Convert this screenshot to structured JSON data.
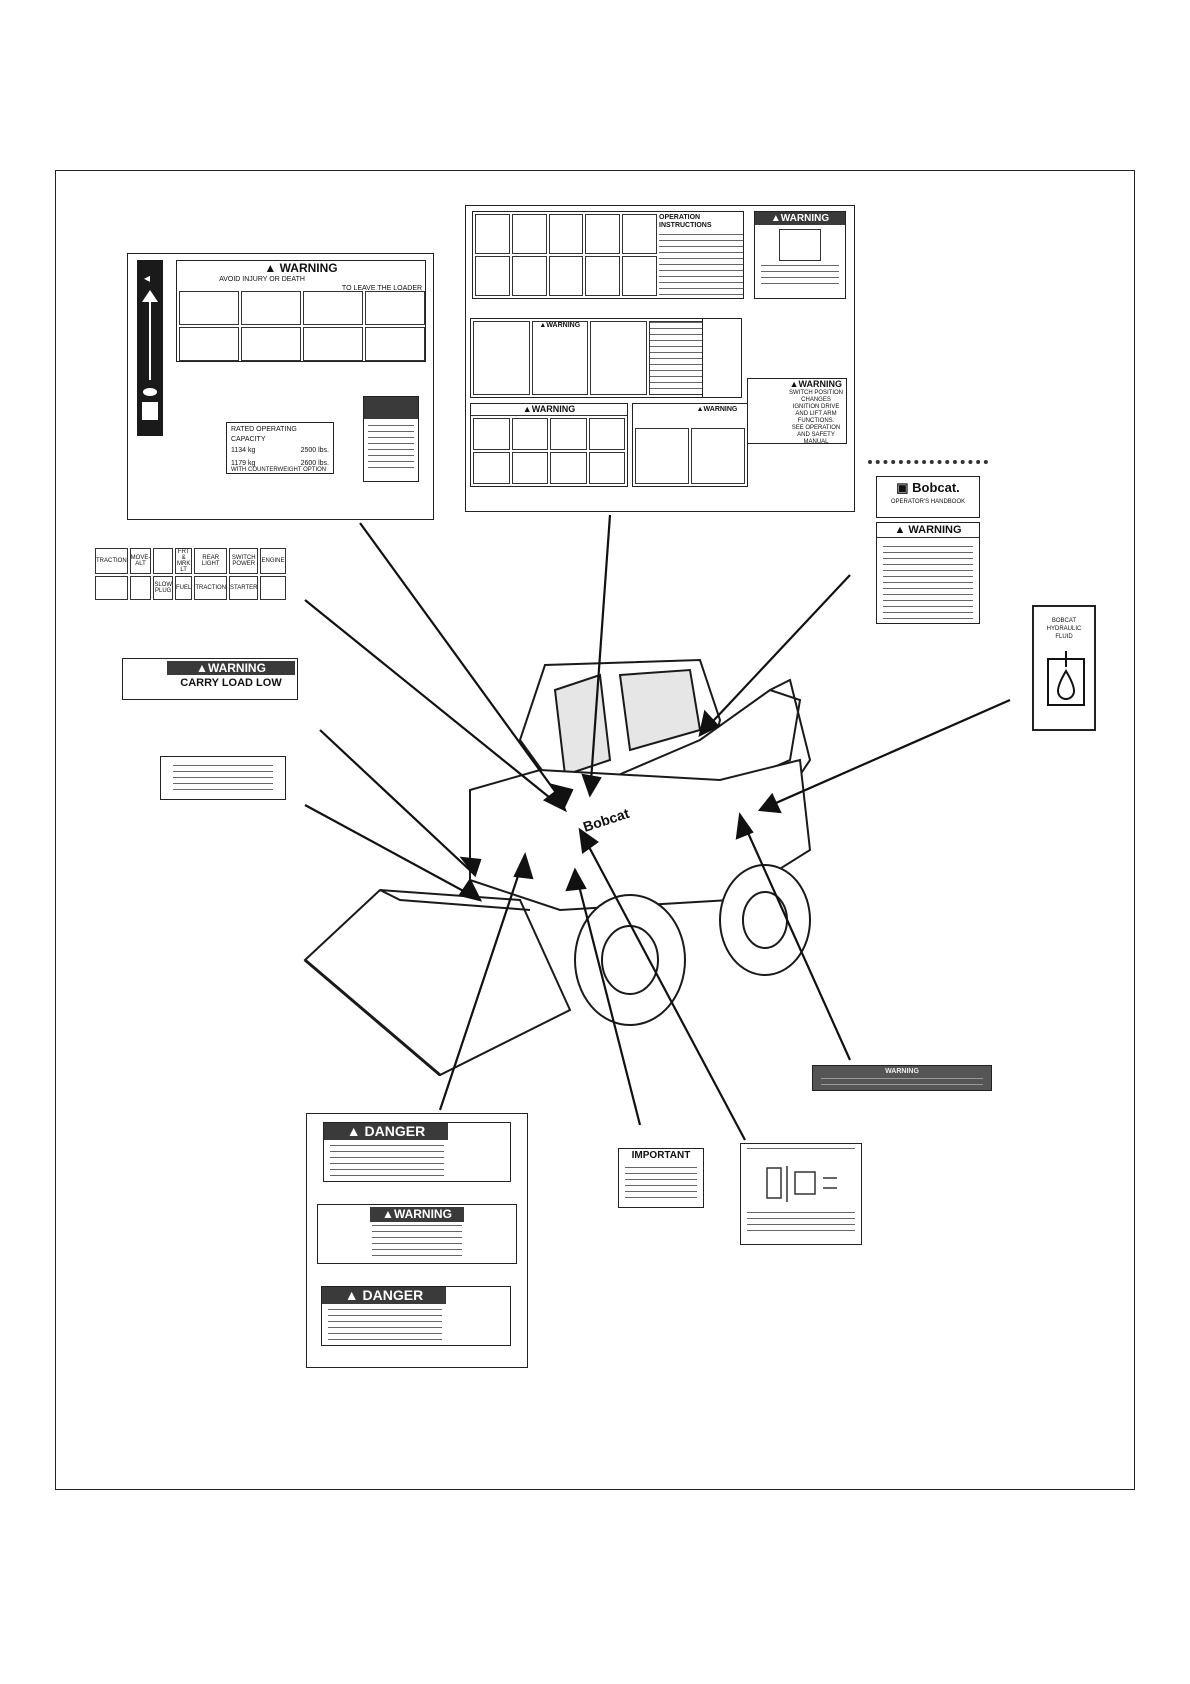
{
  "rops_decal": {
    "warning": "WARNING",
    "subheading": "AVOID INJURY OR DEATH",
    "subheading_right": "TO LEAVE THE LOADER",
    "capacity_title": "RATED OPERATING CAPACITY",
    "capacity_std_kg": "1134 kg",
    "capacity_std_lb": "2500 lbs.",
    "capacity_cw_kg": "1179 kg",
    "capacity_cw_lb": "2600 lbs.",
    "capacity_cw_label": "WITH COUNTERWEIGHT OPTION"
  },
  "ops_decal": {
    "operation_title": "OPERATION INSTRUCTIONS",
    "warning_top": "WARNING",
    "warning_mid": "WARNING",
    "warning_lower": "WARNING",
    "warning_lower_right": "WARNING",
    "switch_warning": "WARNING",
    "switch_lines": [
      "SWITCH POSITION",
      "CHANGES",
      "IGNITION DRIVE",
      "AND LIFT ARM",
      "FUNCTIONS.",
      "SEE OPERATION",
      "AND SAFETY MANUAL"
    ]
  },
  "handbook_decal": {
    "brand": "Bobcat.",
    "handbook": "OPERATOR'S HANDBOOK",
    "warning": "WARNING"
  },
  "fuse_panel": {
    "row1": [
      "TRACTION",
      "MOVE-ALT",
      "",
      "FRT & MRK LT",
      "REAR LIGHT",
      "SWITCH POWER",
      "ENGINE"
    ],
    "row2": [
      "",
      "",
      "SLOW PLUG",
      "FUEL",
      "TRACTION",
      "STARTER",
      ""
    ]
  },
  "carry_decal": {
    "warning": "WARNING",
    "text": "CARRY LOAD LOW"
  },
  "fluid_decal": {
    "lines": [
      "BOBCAT",
      "HYDRAULIC",
      "FLUID"
    ]
  },
  "lift_warning": {
    "text": "WARNING"
  },
  "danger_group": {
    "danger1": "DANGER",
    "warning": "WARNING",
    "danger2": "DANGER"
  },
  "important_decal": {
    "title": "IMPORTANT"
  },
  "colors": {
    "bar_gray": "#bfbfbf",
    "dark_gray": "#3a3a3a",
    "line": "#1a1a1a"
  }
}
